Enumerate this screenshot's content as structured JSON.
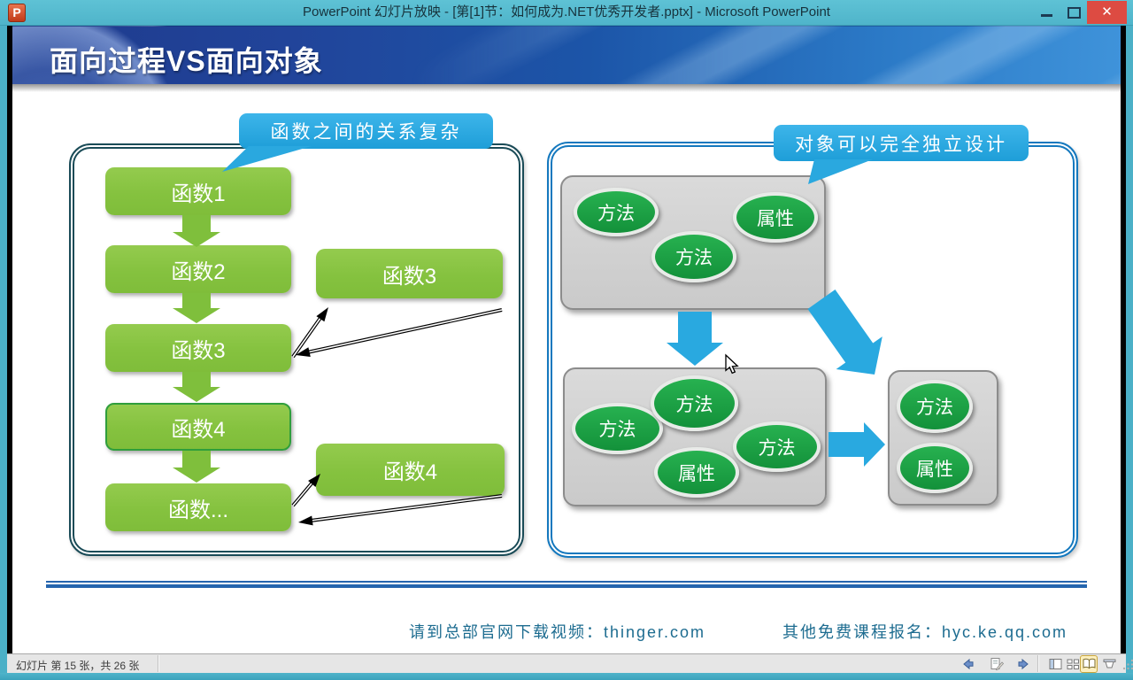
{
  "window": {
    "title": "PowerPoint 幻灯片放映 - [第[1]节：如何成为.NET优秀开发者.pptx] - Microsoft PowerPoint",
    "app_icon": "P"
  },
  "slide": {
    "title": "面向过程VS面向对象",
    "left_diagram": {
      "callout": "函数之间的关系复杂",
      "flow_boxes": [
        "函数1",
        "函数2",
        "函数3",
        "函数4",
        "函数..."
      ],
      "detached_boxes": [
        "函数3",
        "函数4"
      ]
    },
    "right_diagram": {
      "callout": "对象可以完全独立设计",
      "object_top": [
        "方法",
        "属性",
        "方法"
      ],
      "object_bottom_left": [
        "方法",
        "方法",
        "属性",
        "方法"
      ],
      "object_right": [
        "方法",
        "属性"
      ]
    },
    "footer": {
      "download_text": "请到总部官网下载视频：thinger.com",
      "signup_text": "其他免费课程报名：hyc.ke.qq.com"
    }
  },
  "status_bar": {
    "slide_counter": "幻灯片 第 15 张，共 26 张"
  },
  "colors": {
    "titlebar": "#55B9CE",
    "accent_blue": "#29ABE2",
    "green_box": "#8CC63F",
    "ellipse_green": "#1FA447",
    "left_panel_border": "#1A4B57",
    "right_panel_border": "#1478BE",
    "footer_text": "#1D6C90",
    "close_red": "#DD4B42"
  }
}
